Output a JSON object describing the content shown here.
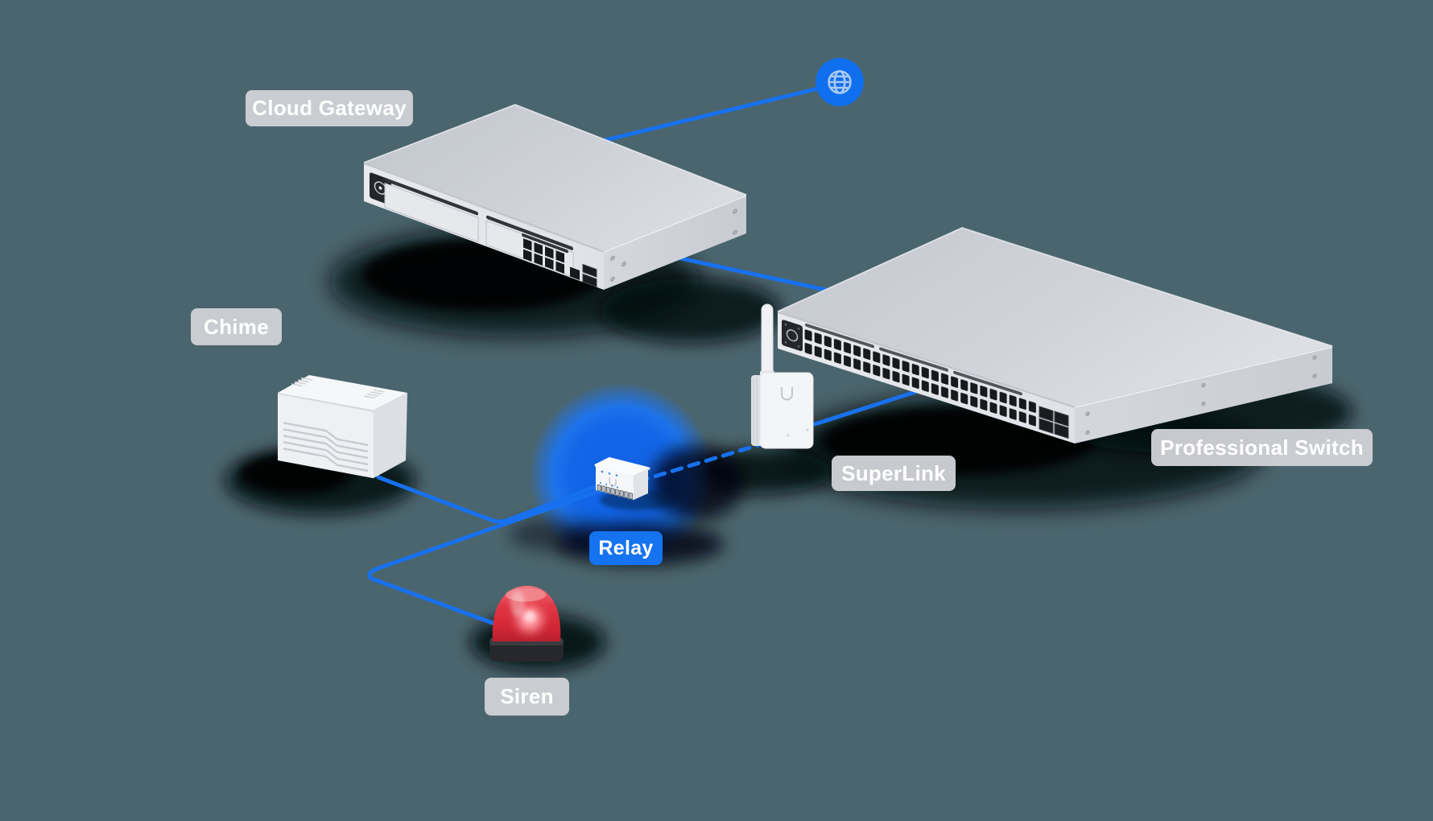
{
  "colors": {
    "background": "#4b656e",
    "connection_line_blue": "#1771ef",
    "glow_blue": "#1166ec",
    "badge_gray": "#cdd0d5",
    "badge_text": "#ffffff",
    "relay_badge_blue": "#1673f0",
    "siren_red": "#d92f3c",
    "device_gray": "#c9ccd2",
    "device_white": "#f4f5f7"
  },
  "nodes": {
    "internet": {
      "icon": "globe-icon"
    },
    "cloud_gateway": {
      "label": "Cloud Gateway"
    },
    "professional_switch": {
      "label": "Professional Switch"
    },
    "superlink": {
      "label": "SuperLink"
    },
    "relay": {
      "label": "Relay",
      "highlighted": true
    },
    "chime": {
      "label": "Chime"
    },
    "siren": {
      "label": "Siren"
    }
  },
  "connections": [
    {
      "from": "internet",
      "to": "cloud_gateway",
      "style": "solid"
    },
    {
      "from": "cloud_gateway",
      "to": "professional_switch",
      "style": "solid"
    },
    {
      "from": "superlink",
      "to": "professional_switch",
      "style": "solid"
    },
    {
      "from": "relay",
      "to": "superlink",
      "style": "dashed"
    },
    {
      "from": "chime",
      "to": "relay",
      "style": "solid"
    },
    {
      "from": "relay",
      "to": "siren",
      "style": "solid"
    }
  ]
}
